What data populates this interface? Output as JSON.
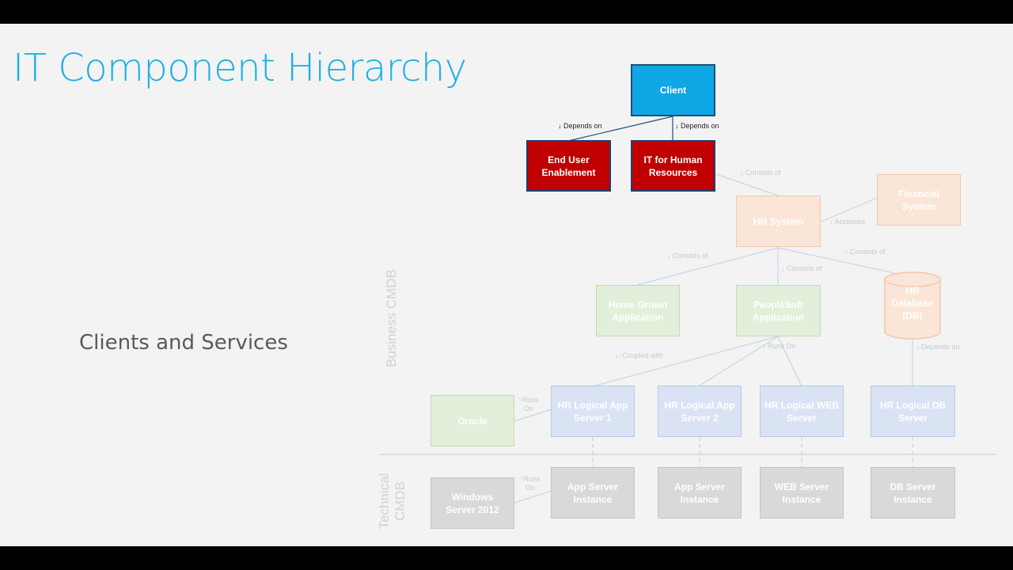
{
  "slide": {
    "title": "IT Component Hierarchy",
    "subtitle": "Clients and Services",
    "business_label": "Business CMDB",
    "technical_label": "Technical\nCMDB"
  },
  "nodes": {
    "client": "Client",
    "end_user": "End User\nEnablement",
    "it_hr": "IT for Human\nResources",
    "hr_system": "HR System",
    "financial": "Financial\nSystem",
    "home_grown": "Home Grown\nApplication",
    "peoplesoft": "PeopleSoft\nApplication",
    "hr_database": "HR\nDatabase\n(DB)",
    "oracle": "Oracle",
    "hr_app1": "HR Logical App\nServer 1",
    "hr_app2": "HR Logical App\nServer 2",
    "hr_web": "HR Logical WEB\nServer",
    "hr_db": "HR Logical DB\nServer",
    "windows": "Windows\nServer 2012",
    "app_inst1": "App Server\nInstance",
    "app_inst2": "App Server\nInstance",
    "web_inst": "WEB Server\nInstance",
    "db_inst": "DB Server\nInstance"
  },
  "relations": {
    "depends_on_left": "↓ Depends on",
    "depends_on_right": "↓ Depends on",
    "consists_of_top": "↓ Consists of",
    "accesses": "↓ Accesses",
    "consists_of_left": "↓ Consists of",
    "consists_of_mid": "↓ Consists of",
    "consists_of_right": "↓ Consists of",
    "coupled_with": "↓↑Coupled with",
    "runs_on_ps": "↓ Runs On",
    "depends_on_db": "↓ Depends on",
    "runs_on_oracle": "↑Runs\nOn",
    "runs_on_windows": "↑Runs\nOn"
  },
  "colors": {
    "title": "#1fb0e4",
    "client": "#0fa7e6",
    "service": "#c00000",
    "system": "#fbe5d6",
    "application": "#e2efda",
    "logical_server": "#dae3f3",
    "instance": "#d9d9d9"
  }
}
